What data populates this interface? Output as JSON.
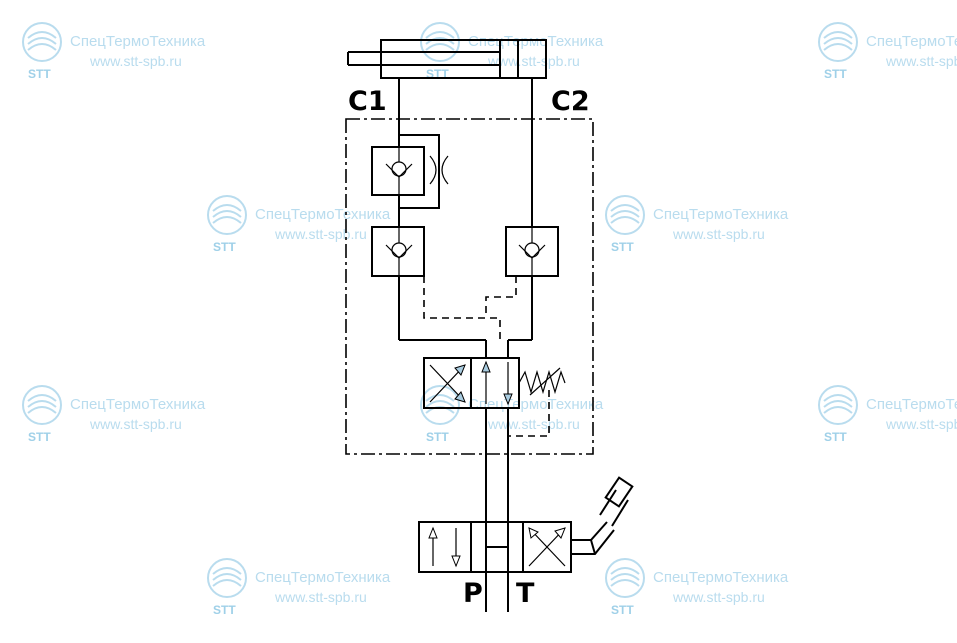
{
  "watermark": {
    "company": "СпецТермоТехника",
    "url": "www.stt-spb.ru",
    "badge": "STT"
  },
  "ports": {
    "c1": "C1",
    "c2": "C2",
    "p": "P",
    "t": "T"
  },
  "colors": {
    "line": "#000000",
    "watermark": "#b9dcee",
    "arrow_fill": "#a9cce0"
  }
}
